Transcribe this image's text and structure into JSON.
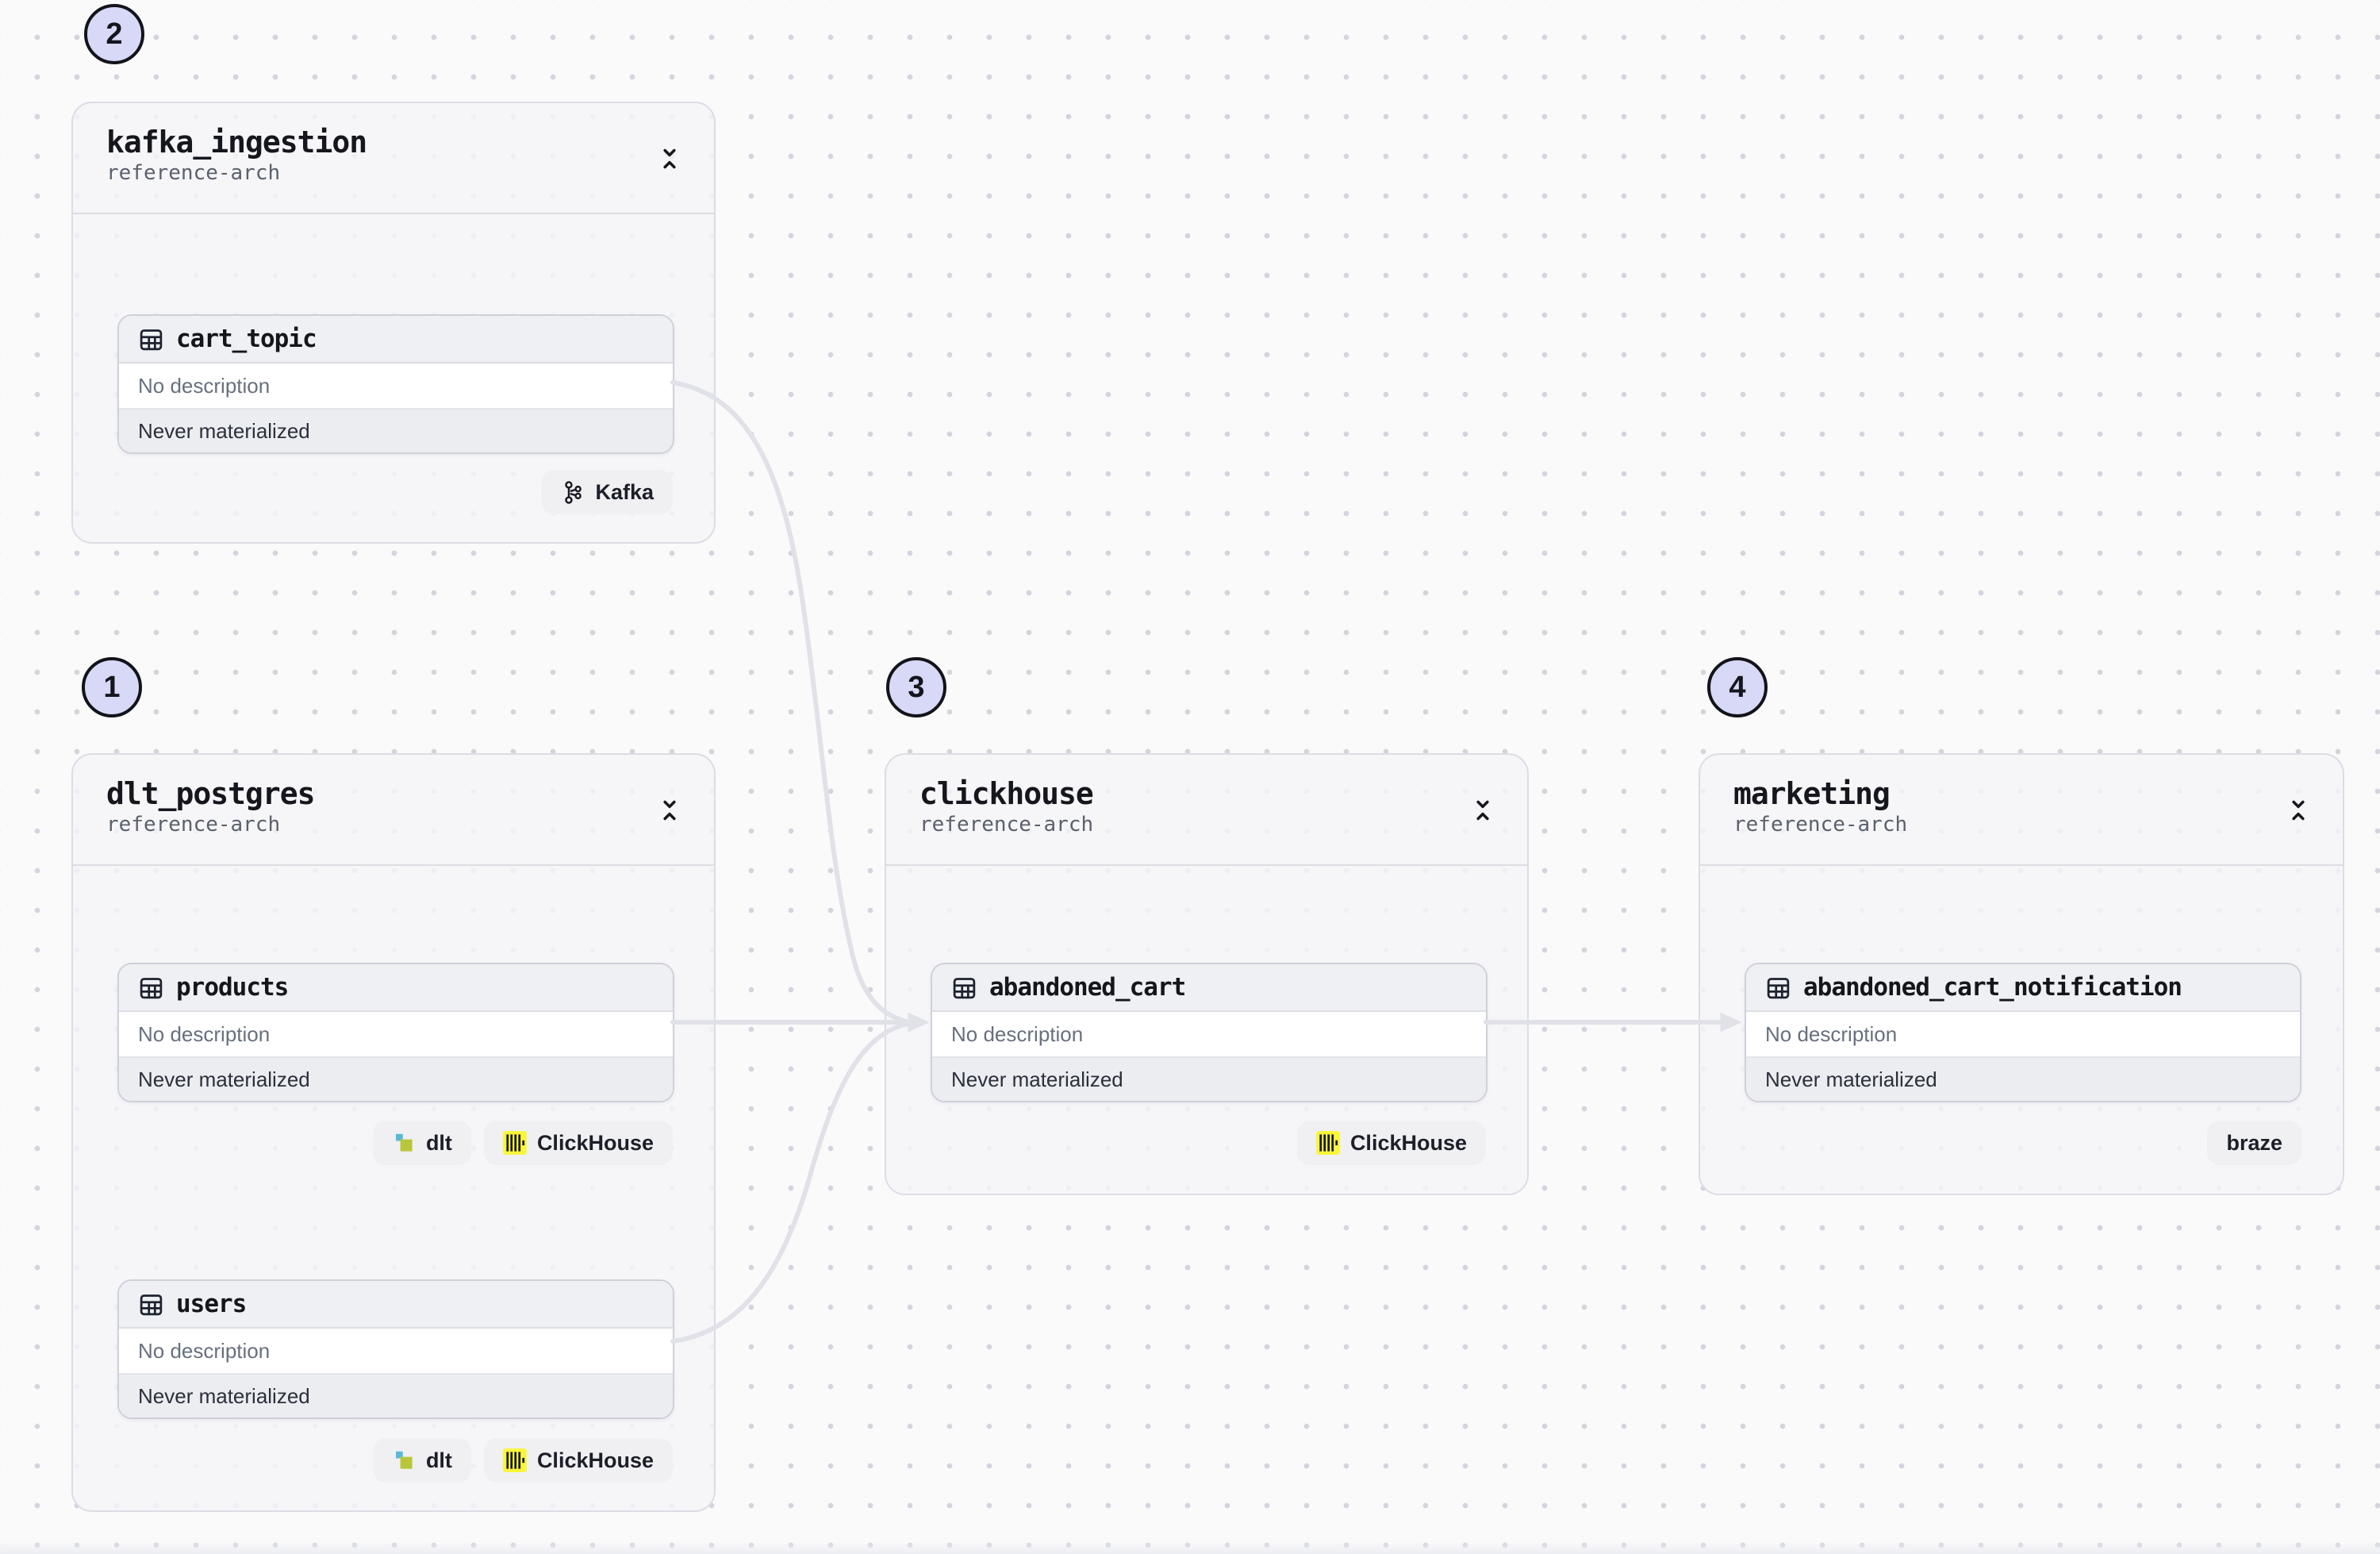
{
  "canvas": {
    "view": "asset-lineage-graph",
    "colors": {
      "background": "#fafafb",
      "grid_dot": "#d3d4dc",
      "edge": "#e1e2e8",
      "badge_accent": "#d8d9f7",
      "clickhouse_yellow": "#f9f63c",
      "dlt_teal": "#5cb8d8",
      "dlt_green": "#b9c63a"
    }
  },
  "groups": [
    {
      "badge_number": "1",
      "title": "dlt_postgres",
      "subtitle": "reference-arch",
      "assets": [
        {
          "name": "products",
          "description": "No description",
          "status": "Never materialized",
          "tags": [
            {
              "label": "dlt"
            },
            {
              "label": "ClickHouse"
            }
          ]
        },
        {
          "name": "users",
          "description": "No description",
          "status": "Never materialized",
          "tags": [
            {
              "label": "dlt"
            },
            {
              "label": "ClickHouse"
            }
          ]
        }
      ]
    },
    {
      "badge_number": "2",
      "title": "kafka_ingestion",
      "subtitle": "reference-arch",
      "assets": [
        {
          "name": "cart_topic",
          "description": "No description",
          "status": "Never materialized",
          "tags": [
            {
              "label": "Kafka"
            }
          ]
        }
      ]
    },
    {
      "badge_number": "3",
      "title": "clickhouse",
      "subtitle": "reference-arch",
      "assets": [
        {
          "name": "abandoned_cart",
          "description": "No description",
          "status": "Never materialized",
          "tags": [
            {
              "label": "ClickHouse"
            }
          ]
        }
      ]
    },
    {
      "badge_number": "4",
      "title": "marketing",
      "subtitle": "reference-arch",
      "assets": [
        {
          "name": "abandoned_cart_notification",
          "description": "No description",
          "status": "Never materialized",
          "tags": [
            {
              "label": "braze"
            }
          ]
        }
      ]
    }
  ],
  "edges": [
    {
      "from": "cart_topic",
      "to": "abandoned_cart"
    },
    {
      "from": "products",
      "to": "abandoned_cart"
    },
    {
      "from": "users",
      "to": "abandoned_cart"
    },
    {
      "from": "abandoned_cart",
      "to": "abandoned_cart_notification"
    }
  ]
}
